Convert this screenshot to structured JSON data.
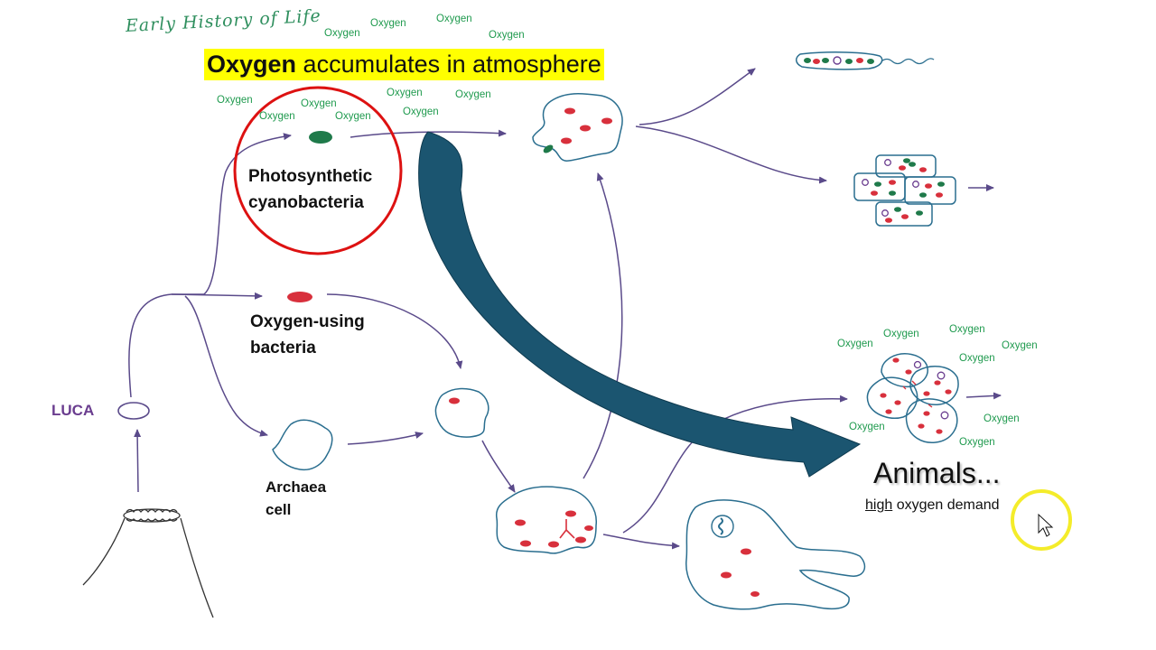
{
  "title": "Early History of Life",
  "banner": {
    "bold": "Oxygen",
    "rest": " accumulates in atmosphere"
  },
  "oxygen_word": "Oxygen",
  "labels": {
    "photosynthetic_line1": "Photosynthetic",
    "photosynthetic_line2": "cyanobacteria",
    "oxygen_using_line1": "Oxygen-using",
    "oxygen_using_line2": "bacteria",
    "archaea_line1": "Archaea",
    "archaea_line2": "cell",
    "luca": "LUCA",
    "animals": "Animals...",
    "demand_underlined": "high",
    "demand_rest": " oxygen demand"
  },
  "colors": {
    "arrows": "#5a4a8a",
    "cell_outline": "#2a6e8f",
    "big_arrow": "#1b5570",
    "highlight_circle": "#dd1111",
    "cursor_circle": "#f4ec2a",
    "red_blob": "#d8303c",
    "green_blob": "#1f7a4a",
    "oxygen_text": "#1f9a4e"
  }
}
